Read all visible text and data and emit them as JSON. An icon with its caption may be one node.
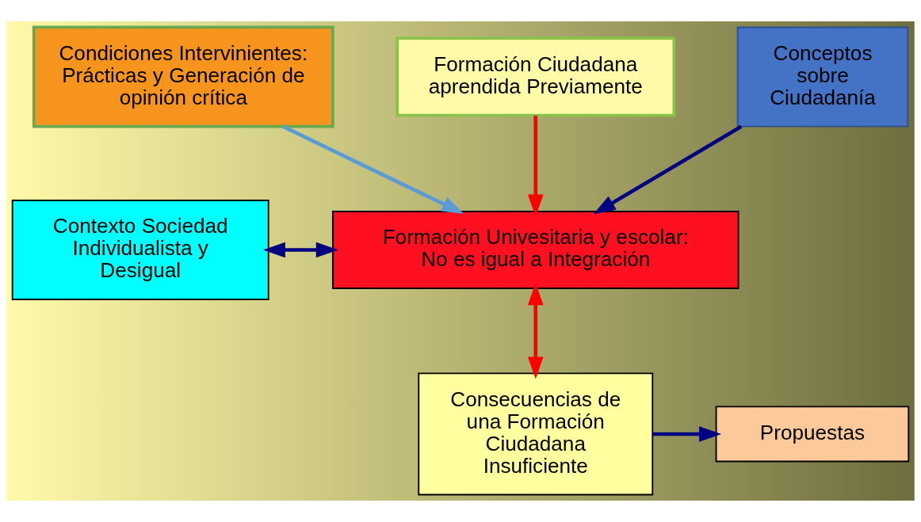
{
  "diagram": {
    "nodes": [
      {
        "text": [
          "Condiciones Intervinientes: Prácticas y Generación de opinión crítica"
        ]
      },
      {
        "text": [
          "Formación Ciudadana aprendida Previamente"
        ]
      },
      {
        "text": [
          "Conceptos sobre Ciudadanía"
        ]
      },
      {
        "text": [
          "Contexto Sociedad Individualista y Desigual"
        ]
      },
      {
        "text": [
          "Formación Univesitaria y escolar: No es igual a Integración"
        ]
      },
      {
        "text": [
          "Propuestas"
        ]
      },
      {
        "text": [
          "Consecuencias de una Formación Ciudadana Insuficiente"
        ]
      }
    ],
    "edges": [
      {
        "from": 0,
        "to": 4,
        "arrow": "to",
        "color": "#5b9bd5"
      },
      {
        "from": 1,
        "to": 4,
        "arrow": "to",
        "color": "#ff0000"
      },
      {
        "from": 2,
        "to": 4,
        "arrow": "to"
      },
      {
        "from": 3,
        "to": 4,
        "arrow": "both"
      },
      {
        "from": 4,
        "to": 6,
        "arrow": "both",
        "color": "#ff0000"
      },
      {
        "from": 6,
        "to": 5,
        "arrow": "to"
      }
    ]
  }
}
